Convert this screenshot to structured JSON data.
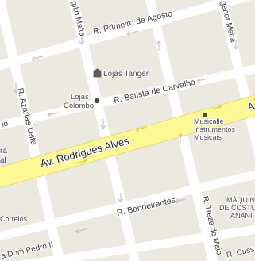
{
  "map": {
    "colors": {
      "block": "#ece9e0",
      "street": "#ffffff",
      "avenue": "#fdf796",
      "avenue_edge": "#e8d96a",
      "label": "#3a3a3a",
      "poi_icon": "#5a5a5a"
    },
    "streets": {
      "primeiro_de_agosto": "R. Primeiro de Agosto",
      "batista_de_carvalho": "R. Batista de Carvalho",
      "rodrigues_alves": "Av. Rodrigues Alves",
      "rodrigues_alves_end": "A",
      "azarias_leite": "R. Azarias Leite",
      "bandeirantes": "R. Bandeirantes",
      "treze_de_maio": "R. Treze de Maio",
      "dom_pedro_ii": "a Dom Pedro II",
      "gonor_meira": "genor Meira",
      "gilio_malta": "gílio Malta",
      "cuss": "R. Cuss",
      "left_cut": "lo",
      "left_cut_2": "ra",
      "left_cut_3": "al"
    },
    "pois": {
      "lojas_tanger": "Lojas Tanger",
      "lojas_colombo_1": "Lojas",
      "lojas_colombo_2": "Colombo",
      "musicalle_1": "Musicalle",
      "musicalle_2": "Instrumentos",
      "musicalle_3": "Musicais",
      "maquina_1": "MÁQUINA",
      "maquina_2": "DE COSTUR",
      "maquina_3": "ANANI",
      "correios": "Correios"
    }
  }
}
